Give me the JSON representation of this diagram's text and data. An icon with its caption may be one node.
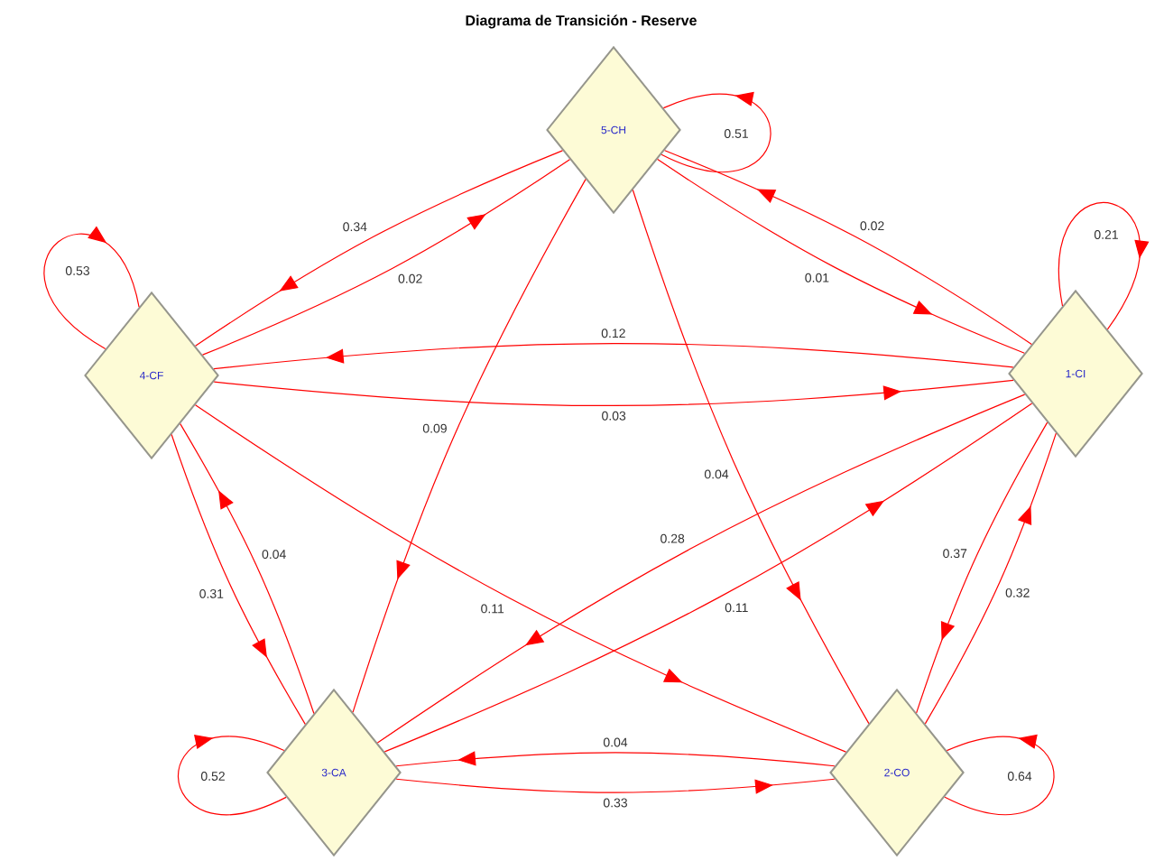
{
  "diagram": {
    "title": "Diagrama de Transición - Reserve",
    "nodes": [
      {
        "text": [
          "5-CH"
        ]
      },
      {
        "text": [
          "4-CF"
        ]
      },
      {
        "text": [
          "1-CI"
        ]
      },
      {
        "text": [
          "3-CA"
        ]
      },
      {
        "text": [
          "2-CO"
        ]
      }
    ],
    "edges": [
      {
        "from": 0,
        "to": 1,
        "arrow": "to",
        "label": "0.34"
      },
      {
        "from": 1,
        "to": 0,
        "arrow": "to",
        "label": "0.02"
      },
      {
        "from": 2,
        "to": 0,
        "arrow": "to",
        "label": "0.02"
      },
      {
        "from": 0,
        "to": 2,
        "arrow": "to",
        "label": "0.01"
      },
      {
        "from": 2,
        "to": 1,
        "arrow": "to",
        "label": "0.12"
      },
      {
        "from": 1,
        "to": 2,
        "arrow": "to",
        "label": "0.03"
      },
      {
        "from": 0,
        "to": 3,
        "arrow": "to",
        "label": "0.09"
      },
      {
        "from": 0,
        "to": 4,
        "arrow": "to",
        "label": "0.04"
      },
      {
        "from": 1,
        "to": 3,
        "arrow": "to",
        "label": "0.31"
      },
      {
        "from": 3,
        "to": 1,
        "arrow": "to",
        "label": "0.04"
      },
      {
        "from": 1,
        "to": 4,
        "arrow": "to",
        "label": "0.11"
      },
      {
        "from": 2,
        "to": 3,
        "arrow": "to",
        "label": "0.28"
      },
      {
        "from": 3,
        "to": 2,
        "arrow": "to",
        "label": "0.11"
      },
      {
        "from": 2,
        "to": 4,
        "arrow": "to",
        "label": "0.37"
      },
      {
        "from": 4,
        "to": 2,
        "arrow": "to",
        "label": "0.32"
      },
      {
        "from": 4,
        "to": 3,
        "arrow": "to",
        "label": "0.04"
      },
      {
        "from": 3,
        "to": 4,
        "arrow": "to",
        "label": "0.33"
      },
      {
        "from": 0,
        "to": 0,
        "arrow": "to",
        "label": "0.51"
      },
      {
        "from": 1,
        "to": 1,
        "arrow": "to",
        "label": "0.53"
      },
      {
        "from": 2,
        "to": 2,
        "arrow": "to",
        "label": "0.21"
      },
      {
        "from": 3,
        "to": 3,
        "arrow": "to",
        "label": "0.52"
      },
      {
        "from": 4,
        "to": 4,
        "arrow": "to",
        "label": "0.64"
      }
    ]
  }
}
